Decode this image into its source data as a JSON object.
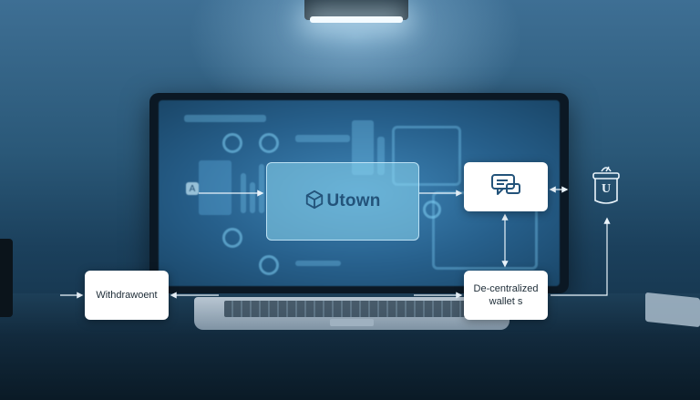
{
  "brand": {
    "name": "Utown",
    "icon": "cube-icon"
  },
  "nodes": {
    "withdrawal": {
      "label": "Withdrawoent"
    },
    "wallet": {
      "label": "De-centralized wallet s"
    },
    "chat": {
      "icon": "chat-bubble-icon"
    },
    "token": {
      "icon": "token-jar-icon",
      "letter": "U"
    }
  },
  "screen_badge": {
    "letter": "A"
  },
  "colors": {
    "accent": "#23537a",
    "arrow": "#eaf4fb",
    "box": "#ffffff"
  }
}
